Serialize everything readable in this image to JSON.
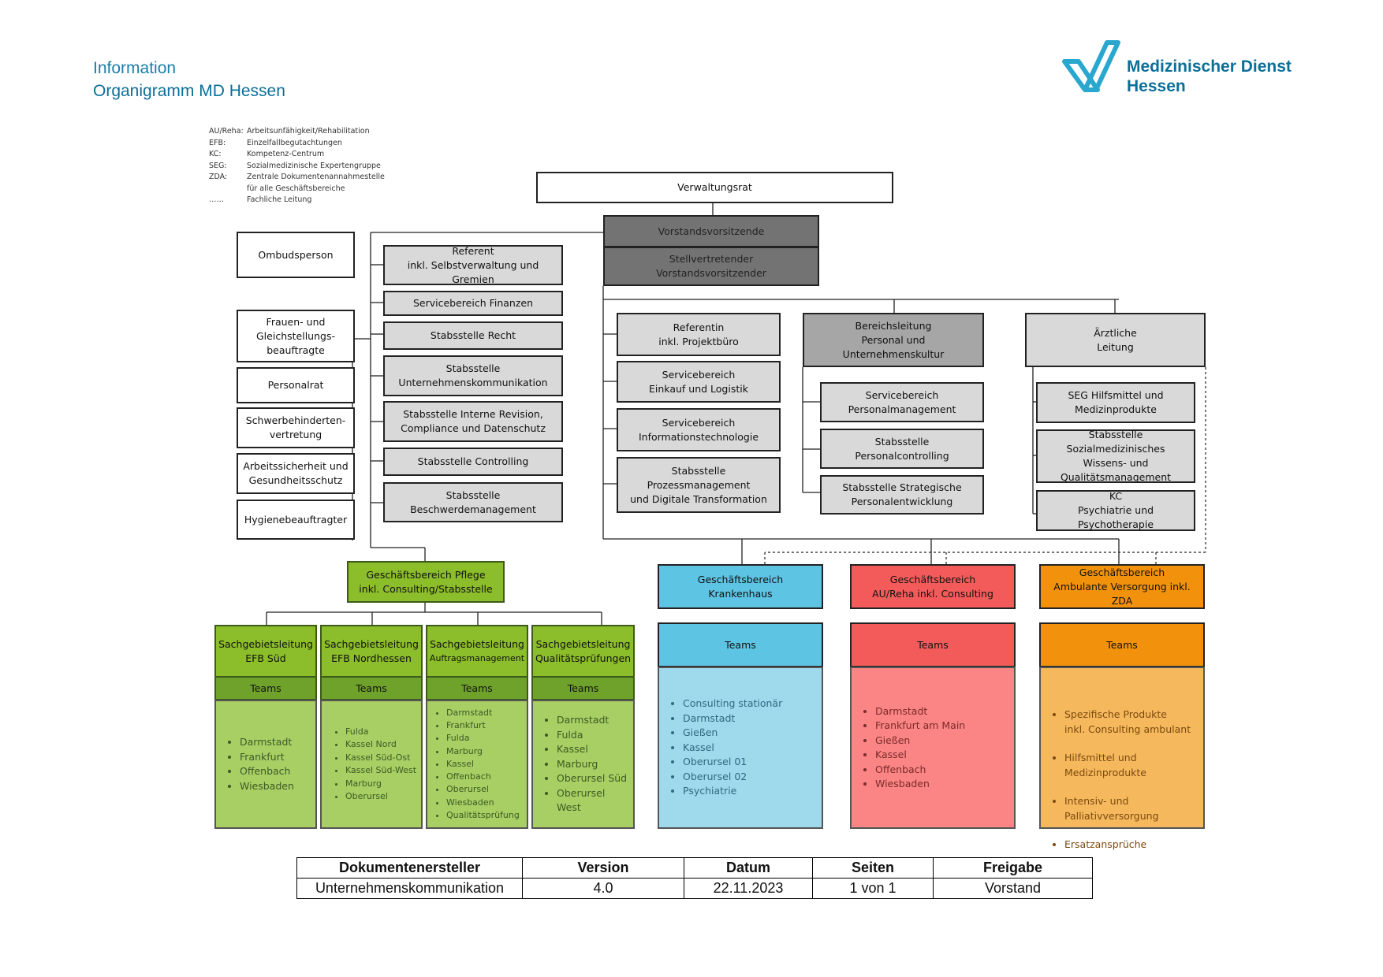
{
  "header": {
    "info": "Information",
    "title": "Organigramm MD Hessen",
    "logo_line1": "Medizinischer Dienst",
    "logo_line2": "Hessen"
  },
  "legend": [
    {
      "key": "AU/Reha:",
      "text": "Arbeitsunfähigkeit/Rehabilitation"
    },
    {
      "key": "EFB:",
      "text": "Einzelfallbegutachtungen"
    },
    {
      "key": "KC:",
      "text": "Kompetenz-Centrum"
    },
    {
      "key": "SEG:",
      "text": "Sozialmedizinische Expertengruppe"
    },
    {
      "key": "ZDA:",
      "text": "Zentrale Dokumentenannahmestelle"
    },
    {
      "key": "",
      "text": "für alle Geschäftsbereiche"
    },
    {
      "key": "……",
      "text": "Fachliche Leitung"
    }
  ],
  "top": {
    "verwaltungsrat": "Verwaltungsrat",
    "vorstand": "Vorstandsvorsitzende",
    "stellv": [
      "Stellvertretender",
      "Vorstandsvorsitzender"
    ]
  },
  "left_col": [
    [
      "Ombudsperson"
    ],
    [
      "Frauen- und",
      "Gleichstellungs-",
      "beauftragte"
    ],
    [
      "Personalrat"
    ],
    [
      "Schwerbehinderten-",
      "vertretung"
    ],
    [
      "Arbeitssicherheit und",
      "Gesundheitsschutz"
    ],
    [
      "Hygienebeauftragter"
    ]
  ],
  "staff_col": [
    [
      "Referent",
      "inkl. Selbstverwaltung und Gremien"
    ],
    [
      "Servicebereich Finanzen"
    ],
    [
      "Stabsstelle Recht"
    ],
    [
      "Stabsstelle",
      "Unternehmenskommunikation"
    ],
    [
      "Stabsstelle Interne Revision,",
      "Compliance und Datenschutz"
    ],
    [
      "Stabsstelle Controlling"
    ],
    [
      "Stabsstelle",
      "Beschwerdemanagement"
    ]
  ],
  "mid_col": [
    [
      "Referentin",
      "inkl. Projektbüro"
    ],
    [
      "Servicebereich",
      "Einkauf und Logistik"
    ],
    [
      "Servicebereich",
      "Informationstechnologie"
    ],
    [
      "Stabsstelle Prozessmanagement",
      "und Digitale Transformation"
    ]
  ],
  "personal": {
    "head": [
      "Bereichsleitung",
      "Personal und",
      "Unternehmenskultur"
    ],
    "items": [
      [
        "Servicebereich",
        "Personalmanagement"
      ],
      [
        "Stabsstelle",
        "Personalcontrolling"
      ],
      [
        "Stabsstelle Strategische",
        "Personalentwicklung"
      ]
    ]
  },
  "aerztlich": {
    "head": [
      "Ärztliche",
      "Leitung"
    ],
    "items": [
      [
        "SEG Hilfsmittel und",
        "Medizinprodukte"
      ],
      [
        "Stabsstelle Sozialmedizinisches",
        "Wissens- und",
        "Qualitätsmanagement"
      ],
      [
        "KC",
        "Psychiatrie und Psychotherapie"
      ]
    ]
  },
  "pflege": {
    "head": [
      "Geschäftsbereich Pflege",
      "inkl. Consulting/Stabsstelle"
    ],
    "teams_label": "Teams",
    "units": [
      {
        "title": [
          "Sachgebietsleitung",
          "EFB Süd"
        ],
        "teams": [
          "Darmstadt",
          "Frankfurt",
          "Offenbach",
          "Wiesbaden"
        ]
      },
      {
        "title": [
          "Sachgebietsleitung",
          "EFB Nordhessen"
        ],
        "teams": [
          "Fulda",
          "Kassel Nord",
          "Kassel Süd-Ost",
          "Kassel Süd-West",
          "Marburg",
          "Oberursel"
        ]
      },
      {
        "title": [
          "Sachgebietsleitung",
          "Auftragsmanagement"
        ],
        "teams": [
          "Darmstadt",
          "Frankfurt",
          "Fulda",
          "Marburg",
          "Kassel",
          "Offenbach",
          "Oberursel",
          "Wiesbaden",
          "Qualitätsprüfung"
        ]
      },
      {
        "title": [
          "Sachgebietsleitung",
          "Qualitätsprüfungen"
        ],
        "teams": [
          "Darmstadt",
          "Fulda",
          "Kassel",
          "Marburg",
          "Oberursel Süd",
          "Oberursel West"
        ]
      }
    ]
  },
  "divisions": [
    {
      "title": [
        "Geschäftsbereich",
        "Krankenhaus"
      ],
      "teams_label": "Teams",
      "teams": [
        "Consulting stationär",
        "Darmstadt",
        "Gießen",
        "Kassel",
        "Oberursel 01",
        "Oberursel 02",
        "Psychiatrie"
      ]
    },
    {
      "title": [
        "Geschäftsbereich",
        "AU/Reha inkl. Consulting"
      ],
      "teams_label": "Teams",
      "teams": [
        "Darmstadt",
        "Frankfurt am Main",
        "Gießen",
        "Kassel",
        "Offenbach",
        "Wiesbaden"
      ]
    },
    {
      "title": [
        "Geschäftsbereich",
        "Ambulante Versorgung inkl. ZDA"
      ],
      "teams_label": "Teams",
      "teams": [
        "Spezifische Produkte\ninkl. Consulting ambulant",
        "Hilfsmittel und\nMedizinprodukte",
        "Intensiv- und\nPalliativversorgung",
        "Ersatzansprüche"
      ]
    }
  ],
  "colors": {
    "pflege": "#8cbd2a",
    "krankenhaus": "#5ec4e3",
    "aureha": "#f35b5b",
    "ambulant": "#f2920c",
    "logo": "#0b6f98"
  },
  "meta_table": {
    "headers": [
      "Dokumentenersteller",
      "Version",
      "Datum",
      "Seiten",
      "Freigabe"
    ],
    "values": [
      "Unternehmenskommunikation",
      "4.0",
      "22.11.2023",
      "1 von 1",
      "Vorstand"
    ]
  }
}
